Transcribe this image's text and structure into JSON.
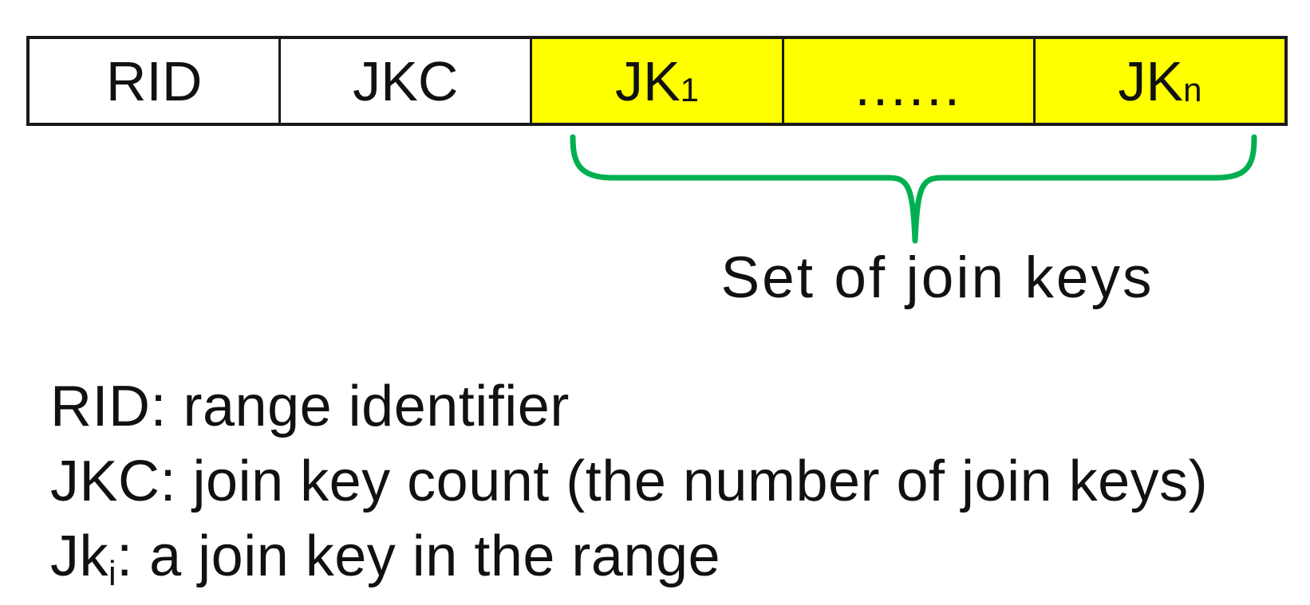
{
  "colors": {
    "highlight": "#ffff00",
    "brace": "#00b050",
    "line": "#1a1a1a",
    "text": "#111111",
    "background": "#ffffff"
  },
  "record": {
    "cells": [
      {
        "label": "RID",
        "sub": "",
        "highlighted": false
      },
      {
        "label": "JKC",
        "sub": "",
        "highlighted": false
      },
      {
        "label": "JK",
        "sub": "1",
        "highlighted": true
      },
      {
        "label": "......",
        "sub": "",
        "highlighted": true
      },
      {
        "label": "JK",
        "sub": "n",
        "highlighted": true
      }
    ]
  },
  "annotation": {
    "label": "Set of join keys"
  },
  "legend": {
    "lines": [
      {
        "term": "RID",
        "sub": "",
        "rest": ": range identifier"
      },
      {
        "term": "JKC",
        "sub": "",
        "rest": ": join key count (the number of join keys)"
      },
      {
        "term": "Jk",
        "sub": "i",
        "rest": ": a join key in the range"
      }
    ]
  }
}
